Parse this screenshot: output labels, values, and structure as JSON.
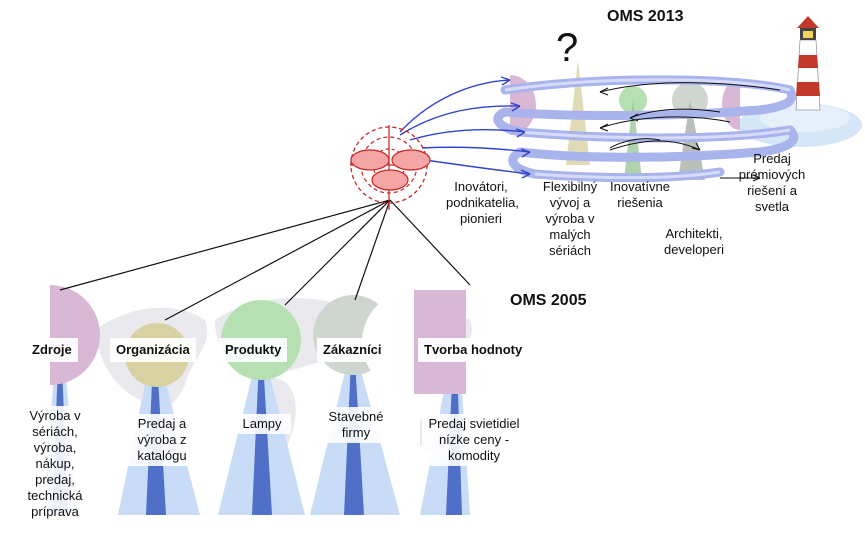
{
  "titles": {
    "oms2013": "OMS 2013",
    "oms2005": "OMS 2005",
    "question": "?"
  },
  "future": {
    "labels": [
      "Inovátori, podnikatelia, pionieri",
      "Flexibilný vývoj a výroba v malých sériách",
      "Inovatívne riešenia",
      "Architekti, developeri",
      "Predaj prémiových riešení a svetla"
    ]
  },
  "pillars": [
    {
      "header": "Zdroje",
      "desc": "Výroba v sériách, výroba, nákup, predaj, technická príprava",
      "color": "#d9b8d6"
    },
    {
      "header": "Organizácia",
      "desc": "Predaj a výroba z katalógu",
      "color": "#d8d2a3"
    },
    {
      "header": "Produkty",
      "desc": "Lampy",
      "color": "#b6e0b2"
    },
    {
      "header": "Zákazníci",
      "desc": "Stavebné firmy",
      "color": "#cfd6cf"
    },
    {
      "header": "Tvorba hodnoty",
      "desc": "Predaj svietidiel nízke ceny - komodity",
      "color": "#d9b8d6"
    }
  ],
  "colors": {
    "spiral": "#a9b4ec",
    "arrow_blue": "#3344cc",
    "target_red": "#cc2222",
    "target_fill": "#f4a6a6",
    "beam_light": "#c8dcf8",
    "beam_dark": "#5070c8"
  }
}
